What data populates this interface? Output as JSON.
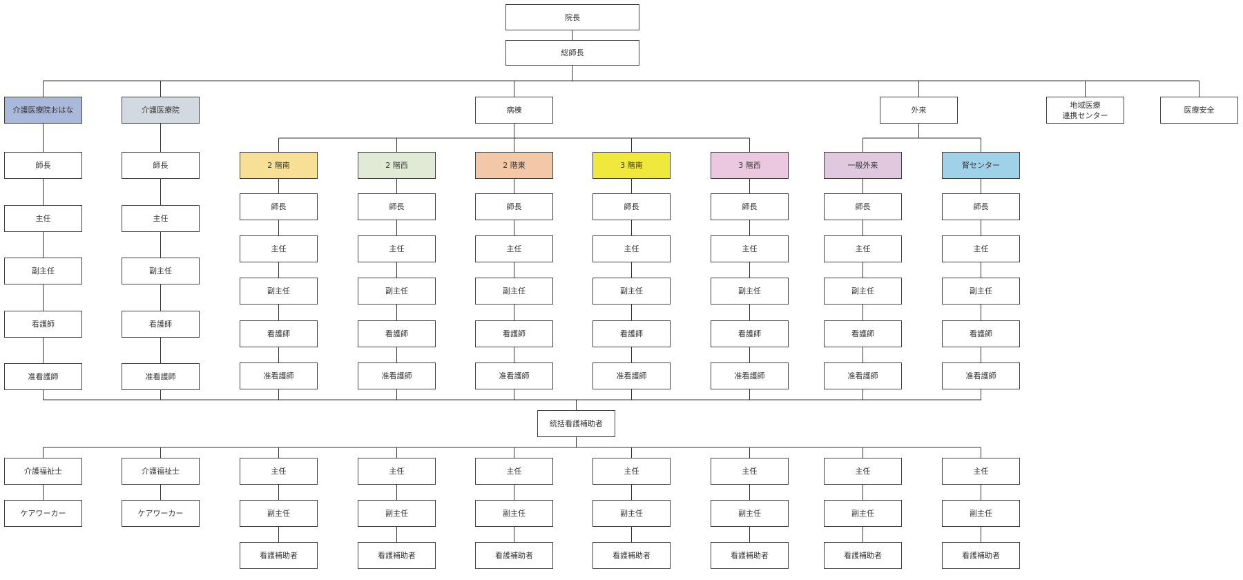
{
  "top": {
    "director": "院長",
    "chief_nurse": "総師長"
  },
  "departments": [
    {
      "label": "介護医療院おはな",
      "color": "#aab8dc"
    },
    {
      "label": "介護医療院",
      "color": "#d3d9e1"
    },
    {
      "label": "病棟",
      "color": "#ffffff"
    },
    {
      "label": "外来",
      "color": "#ffffff"
    },
    {
      "label": "地域医療\n連携センター",
      "color": "#ffffff"
    },
    {
      "label": "医療安全",
      "color": "#ffffff"
    }
  ],
  "care_roles": [
    "師長",
    "主任",
    "副主任",
    "看護師",
    "准看護師"
  ],
  "units": [
    {
      "label": "2 階南",
      "color": "#f8df96"
    },
    {
      "label": "2 階西",
      "color": "#e0ead5"
    },
    {
      "label": "2 階東",
      "color": "#f2c8a9"
    },
    {
      "label": "3 階南",
      "color": "#f0e83c"
    },
    {
      "label": "3 階西",
      "color": "#ecc8e0"
    },
    {
      "label": "一般外来",
      "color": "#e0c8de"
    },
    {
      "label": "腎センター",
      "color": "#9fd1e8"
    }
  ],
  "unit_roles": [
    "師長",
    "主任",
    "副主任",
    "看護師",
    "准看護師"
  ],
  "assistant_head": "統括看護補助者",
  "care_assistants": [
    "介護福祉士",
    "ケアワーカー"
  ],
  "assistant_roles": [
    "主任",
    "副主任",
    "看護補助者"
  ]
}
